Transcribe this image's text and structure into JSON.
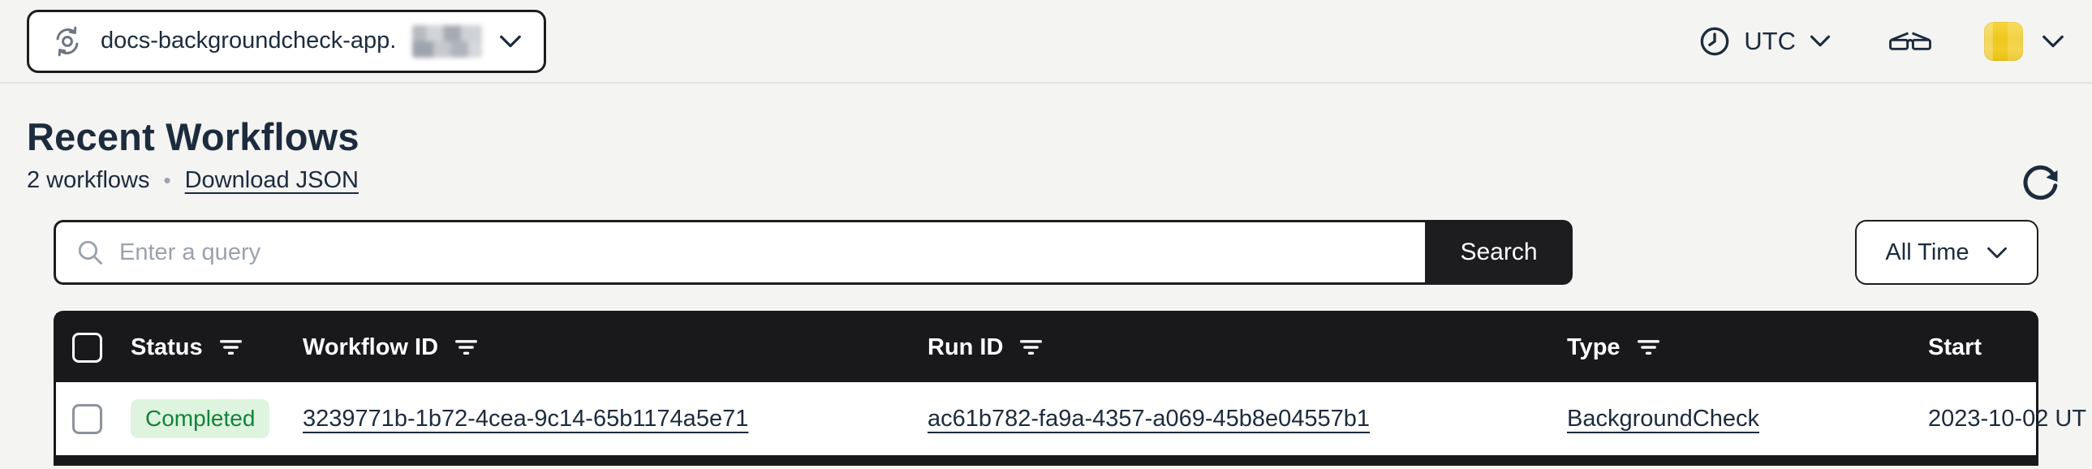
{
  "topbar": {
    "namespace_selector": {
      "value": "docs-backgroundcheck-app.",
      "redacted_suffix": true,
      "icon": "namespace-cycle-icon"
    },
    "timezone": {
      "icon": "clock-icon",
      "label": "UTC"
    },
    "labs": {
      "icon": "glasses-icon"
    },
    "account": {
      "icon": "avatar",
      "color": "#eec71d"
    }
  },
  "header": {
    "title": "Recent Workflows",
    "count": "2 workflows",
    "separator": "•",
    "download_link": "Download JSON"
  },
  "search": {
    "placeholder": "Enter a query",
    "button": "Search",
    "time_filter": "All Time"
  },
  "table": {
    "columns": [
      {
        "label": "Status",
        "filterable": true
      },
      {
        "label": "Workflow ID",
        "filterable": true
      },
      {
        "label": "Run ID",
        "filterable": true
      },
      {
        "label": "Type",
        "filterable": true
      },
      {
        "label": "Start",
        "filterable": false
      }
    ],
    "rows": [
      {
        "status": "Completed",
        "workflow_id": "3239771b-1b72-4cea-9c14-65b1174a5e71",
        "run_id": "ac61b782-fa9a-4357-a069-45b8e04557b1",
        "type": "BackgroundCheck",
        "start": "2023-10-02 UT"
      }
    ]
  },
  "colors": {
    "page_bg": "#f4f4f2",
    "dark": "#19191c",
    "text": "#1c2b3d",
    "muted": "#9aa2ad",
    "completed_bg": "#def4de",
    "completed_text": "#12823b",
    "avatar_yellow": "#eec71d"
  }
}
